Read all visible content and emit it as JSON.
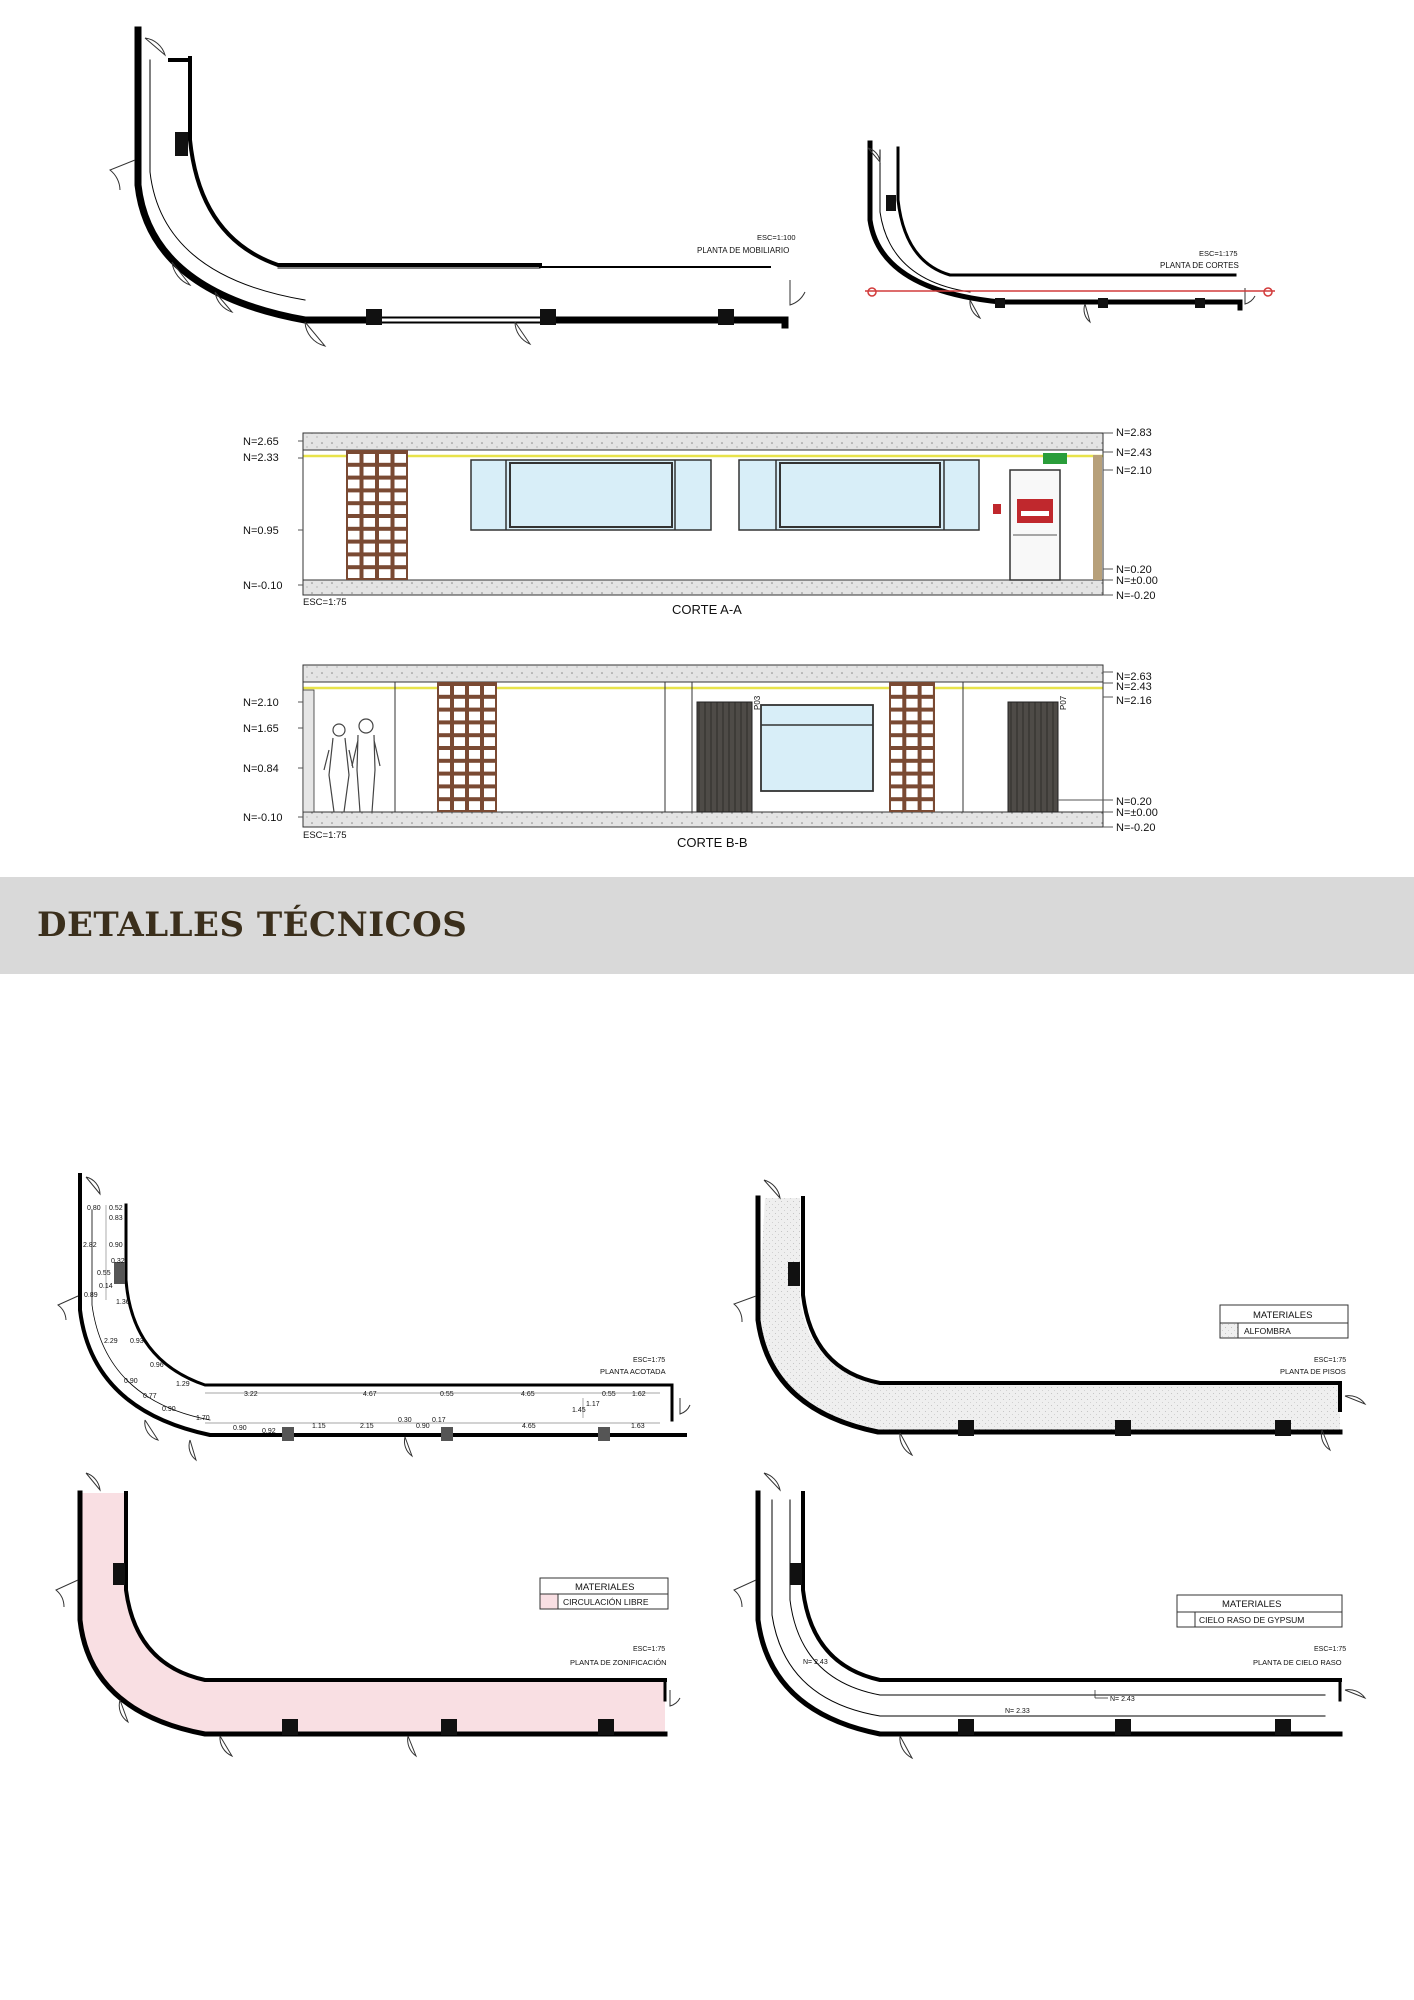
{
  "section_title": "DETALLES TÉCNICOS",
  "plans": {
    "mobiliario": {
      "scale": "ESC=1:100",
      "title": "PLANTA DE MOBILIARIO"
    },
    "cortes": {
      "scale": "ESC=1:175",
      "title": "PLANTA DE CORTES"
    },
    "acotada": {
      "scale": "ESC=1:75",
      "title": "PLANTA ACOTADA"
    },
    "pisos": {
      "scale": "ESC=1:75",
      "title": "PLANTA DE PISOS"
    },
    "zonificacion": {
      "scale": "ESC=1:75",
      "title": "PLANTA DE ZONIFICACIÓN"
    },
    "cielo": {
      "scale": "ESC=1:75",
      "title": "PLANTA DE CIELO RASO"
    }
  },
  "sections": {
    "corte_aa": {
      "title": "CORTE A-A",
      "scale": "ESC=1:75",
      "left_levels": [
        "N=2.65",
        "N=2.33",
        "N=0.95",
        "N=-0.10"
      ],
      "right_levels": [
        "N=2.83",
        "N=2.43",
        "N=2.10",
        "N=0.20",
        "N=±0.00",
        "N=-0.20"
      ]
    },
    "corte_bb": {
      "title": "CORTE B-B",
      "scale": "ESC=1:75",
      "left_levels": [
        "N=2.10",
        "N=1.65",
        "N=0.84",
        "N=-0.10"
      ],
      "right_levels": [
        "N=2.63",
        "N=2.43",
        "N=2.16",
        "N=0.20",
        "N=±0.00",
        "N=-0.20"
      ],
      "door_labels": [
        "P03",
        "P07"
      ]
    }
  },
  "legends": {
    "header": "MATERIALES",
    "pisos": "ALFOMBRA",
    "zonificacion": "CIRCULACIÓN LIBRE",
    "cielo": "CIELO RASO DE GYPSUM"
  },
  "ceiling_levels": [
    "N= 2.43",
    "N= 2.43",
    "N= 2.33"
  ],
  "dimensions": {
    "vertical_segment": [
      "0.80",
      "0.52",
      "0.83",
      "2.82",
      "0.90",
      "0.32",
      "0.55",
      "0.14",
      "0.89",
      "1.36"
    ],
    "curve_inner": [
      "2.29",
      "0.93",
      "0.96",
      "1.29"
    ],
    "curve_outer": [
      "0.90",
      "0.77",
      "0.90",
      "1.70",
      "0.90",
      "0.92"
    ],
    "top_run": [
      "3.22",
      "4.67",
      "0.55",
      "4.65",
      "0.55",
      "1.62"
    ],
    "bottom_run": [
      "1.15",
      "2.15",
      "0.30",
      "0.90",
      "0.17",
      "4.65",
      "1.63"
    ],
    "end_vertical": [
      "1.45",
      "1.17"
    ]
  },
  "colors": {
    "band": "#d9d9d9",
    "title": "#3b2f1c",
    "floor": "#ececec",
    "zone": "#f9dfe3",
    "section_cut": "#d23b3b",
    "ceiling_line": "#e8e34a",
    "brick": "#7a4a33",
    "glass": "#d8eef8"
  }
}
